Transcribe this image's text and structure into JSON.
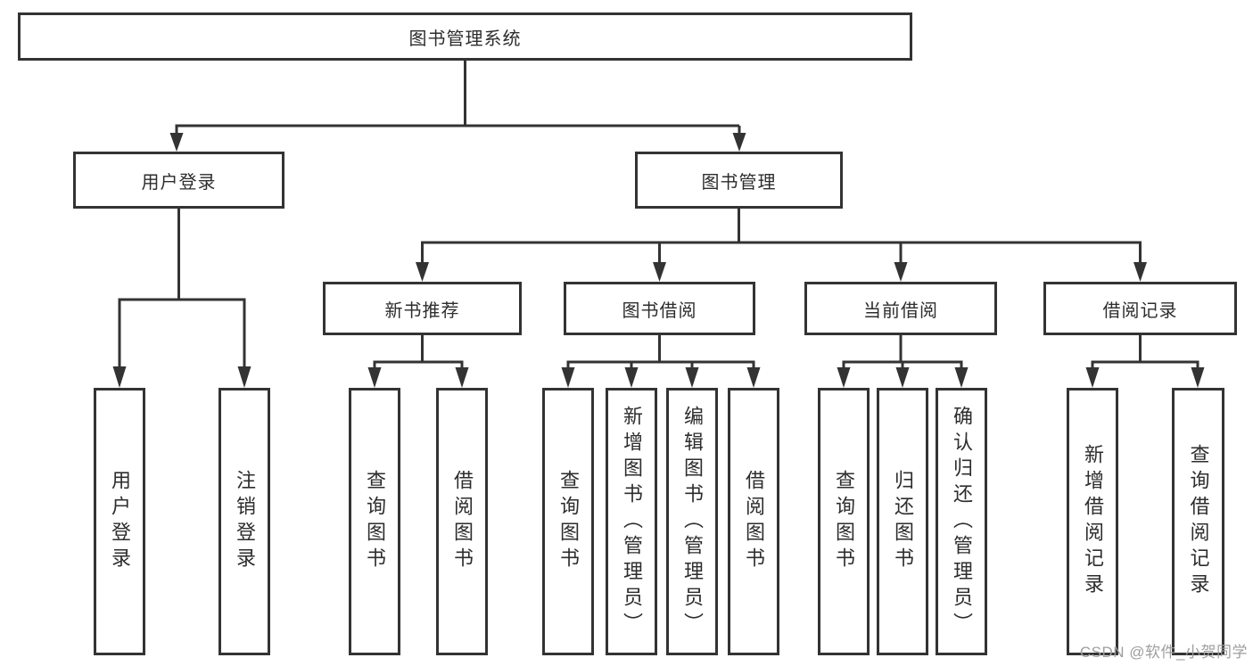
{
  "tree": {
    "label": "图书管理系统",
    "children": [
      {
        "label": "用户登录",
        "children": [
          {
            "label": "用户登录"
          },
          {
            "label": "注销登录"
          }
        ]
      },
      {
        "label": "图书管理",
        "children": [
          {
            "label": "新书推荐",
            "children": [
              {
                "label": "查询图书"
              },
              {
                "label": "借阅图书"
              }
            ]
          },
          {
            "label": "图书借阅",
            "children": [
              {
                "label": "查询图书"
              },
              {
                "label": "新增图书（管理员）"
              },
              {
                "label": "编辑图书（管理员）"
              },
              {
                "label": "借阅图书"
              }
            ]
          },
          {
            "label": "当前借阅",
            "children": [
              {
                "label": "查询图书"
              },
              {
                "label": "归还图书"
              },
              {
                "label": "确认归还（管理员）"
              }
            ]
          },
          {
            "label": "借阅记录",
            "children": [
              {
                "label": "新增借阅记录"
              },
              {
                "label": "查询借阅记录"
              }
            ]
          }
        ]
      }
    ]
  },
  "watermark": {
    "text": "CSDN @软件_小贺同学",
    "color": "#9e9e9e"
  },
  "colors": {
    "line": "#333333",
    "box_border": "#333333",
    "text": "#2d2d2d",
    "background": "#ffffff"
  }
}
